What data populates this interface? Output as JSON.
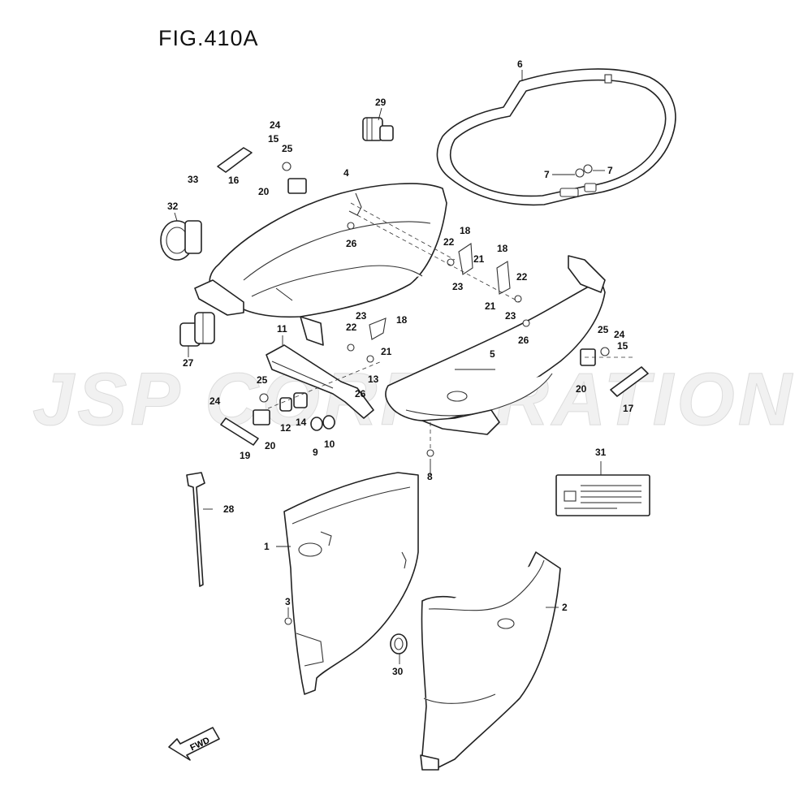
{
  "figure": {
    "title": "FIG.410A"
  },
  "watermark": {
    "text": "JSP CORPORATION"
  },
  "fwd_label": "FWD",
  "callouts": {
    "c1": "1",
    "c2": "2",
    "c3": "3",
    "c4": "4",
    "c5": "5",
    "c6": "6",
    "c7a": "7",
    "c7b": "7",
    "c8": "8",
    "c9": "9",
    "c10": "10",
    "c11": "11",
    "c12": "12",
    "c13": "13",
    "c14": "14",
    "c15a": "15",
    "c15b": "15",
    "c16": "16",
    "c17": "17",
    "c18a": "18",
    "c18b": "18",
    "c18c": "18",
    "c19": "19",
    "c20a": "20",
    "c20b": "20",
    "c20c": "20",
    "c21a": "21",
    "c21b": "21",
    "c21c": "21",
    "c22a": "22",
    "c22b": "22",
    "c22c": "22",
    "c23a": "23",
    "c23b": "23",
    "c23c": "23",
    "c24a": "24",
    "c24b": "24",
    "c24c": "24",
    "c25a": "25",
    "c25b": "25",
    "c25c": "25",
    "c26a": "26",
    "c26b": "26",
    "c26c": "26",
    "c27": "27",
    "c28": "28",
    "c29": "29",
    "c30": "30",
    "c31": "31",
    "c32": "32",
    "c33": "33"
  },
  "colors": {
    "line": "#222222",
    "watermark": "#c8c8c8",
    "background": "#ffffff"
  }
}
